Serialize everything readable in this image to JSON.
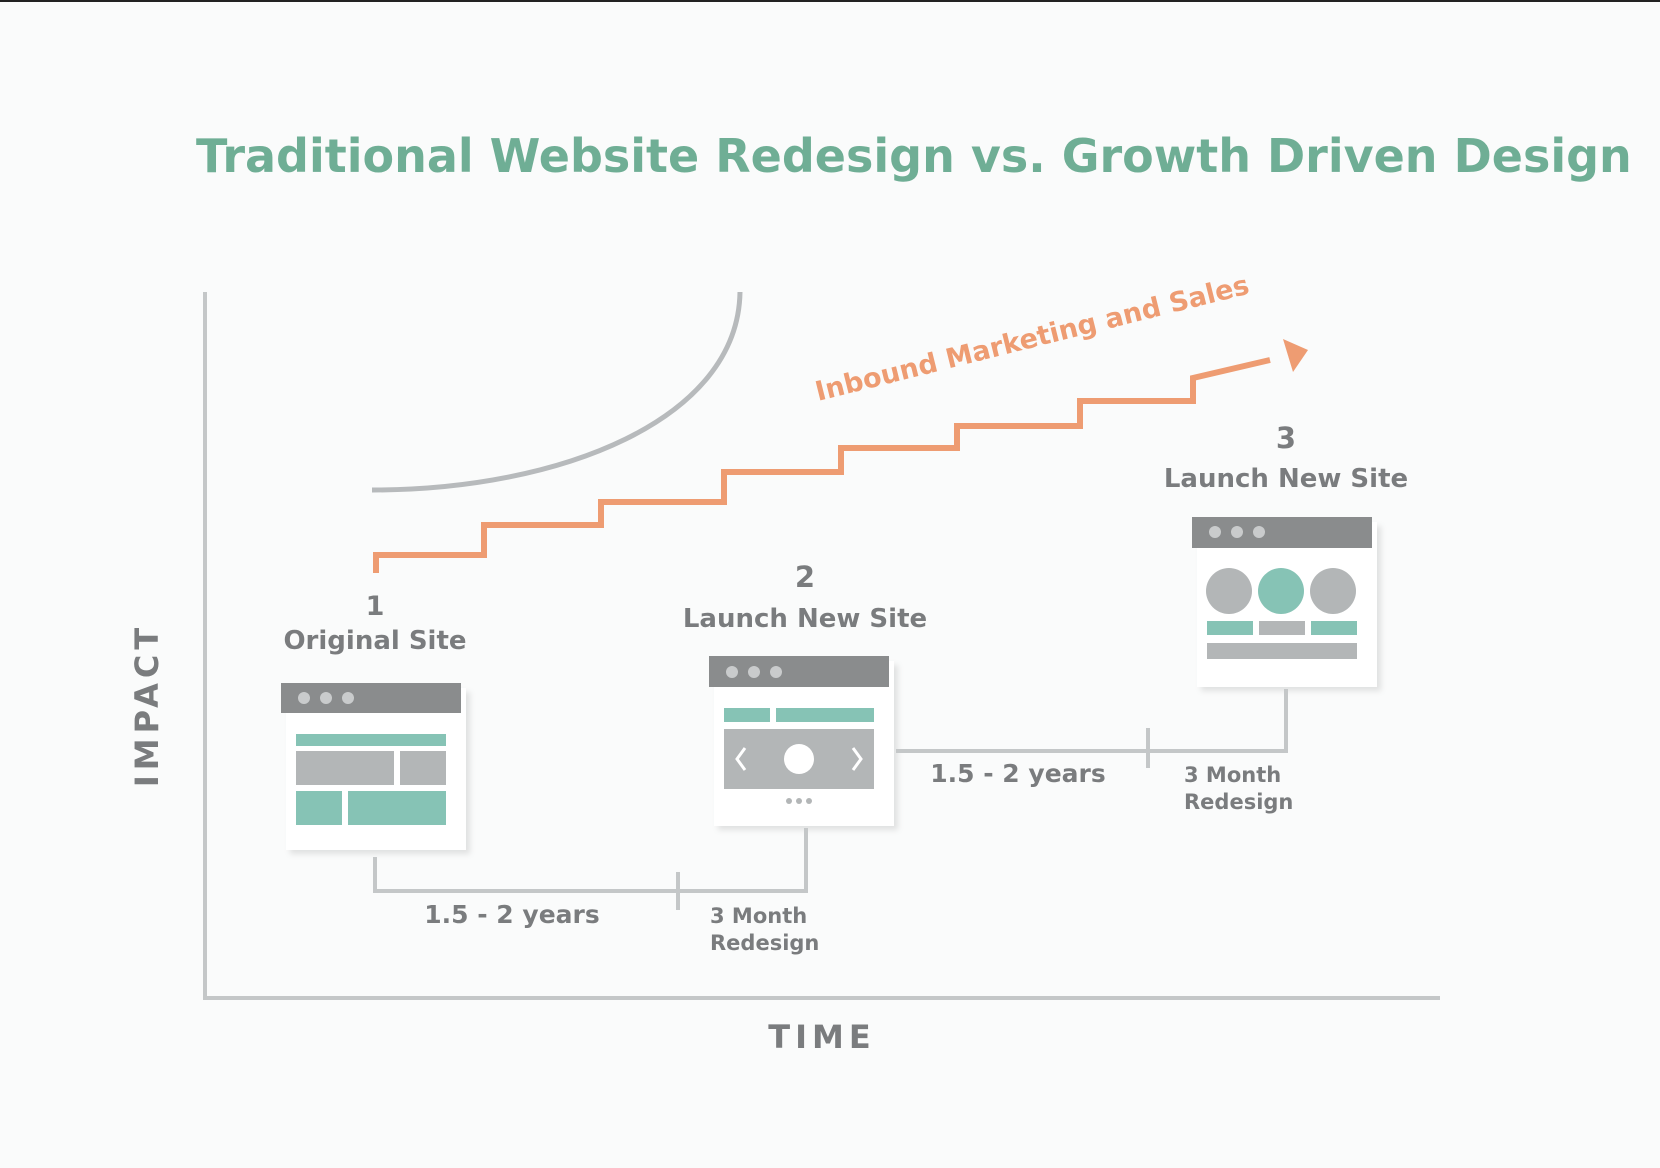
{
  "title": "Traditional Website Redesign vs. Growth Driven Design",
  "axes": {
    "y_label": "IMPACT",
    "x_label": "TIME"
  },
  "growth_line": {
    "label": "Inbound Marketing and Sales"
  },
  "milestones": [
    {
      "number": "1",
      "label": "Original Site"
    },
    {
      "number": "2",
      "label": "Launch New Site"
    },
    {
      "number": "3",
      "label": "Launch New Site"
    }
  ],
  "intervals": [
    {
      "duration": "1.5 - 2 years",
      "redesign_line1": "3 Month",
      "redesign_line2": "Redesign"
    },
    {
      "duration": "1.5 - 2 years",
      "redesign_line1": "3 Month",
      "redesign_line2": "Redesign"
    }
  ],
  "colors": {
    "title": "#6fae95",
    "accent_orange": "#ee9c72",
    "axis_gray": "#c4c7c8",
    "text_gray": "#7a7c7e",
    "window_bar": "#8a8c8d",
    "block_teal": "#86c3b5",
    "block_gray": "#b3b6b7"
  },
  "icons": [
    "browser-window-icon",
    "arrow-head-icon",
    "carousel-icon"
  ]
}
